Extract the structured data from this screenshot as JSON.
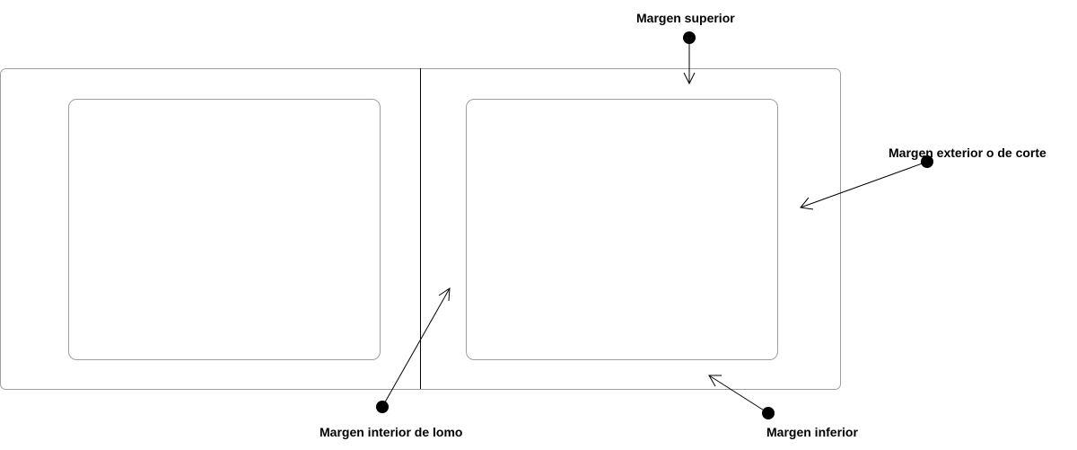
{
  "diagram": {
    "labels": {
      "top_margin": "Margen superior",
      "outer_margin": "Margen exterior o de corte",
      "inner_margin": "Margen interior de lomo",
      "bottom_margin": "Margen inferior"
    }
  },
  "colors": {
    "page_border": "#9e9e9e",
    "spine_line": "#000000",
    "arrow": "#000000",
    "text": "#000000"
  }
}
